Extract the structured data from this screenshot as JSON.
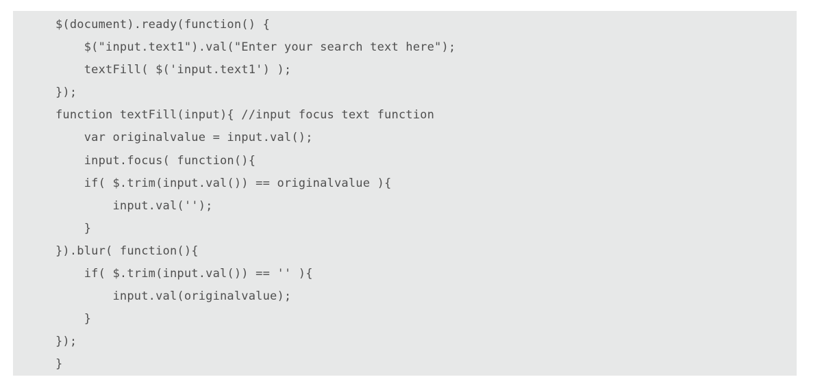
{
  "code": {
    "lines": [
      "$(document).ready(function() {",
      "    $(\"input.text1\").val(\"Enter your search text here\");",
      "    textFill( $('input.text1') );",
      "});",
      "function textFill(input){ //input focus text function",
      "    var originalvalue = input.val();",
      "    input.focus( function(){",
      "    if( $.trim(input.val()) == originalvalue ){",
      "        input.val('');",
      "    }",
      "}).blur( function(){",
      "    if( $.trim(input.val()) == '' ){",
      "        input.val(originalvalue);",
      "    }",
      "});",
      "}"
    ]
  },
  "colors": {
    "page_background": "#ffffff",
    "code_background": "#e7e8e8",
    "code_text": "#4f4f4f"
  }
}
